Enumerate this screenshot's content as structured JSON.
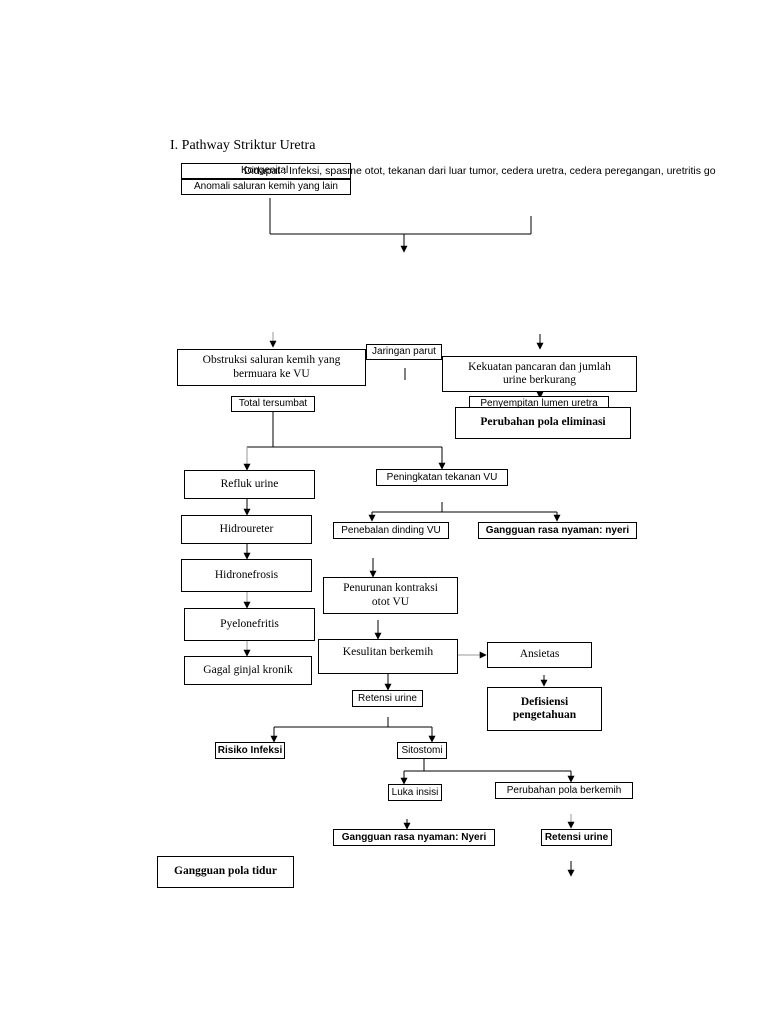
{
  "title": "I. Pathway Striktur Uretra",
  "causes": {
    "line1": "Kongenital",
    "line1_overlap": "Didapat : Infeksi, spasme otot, tekanan dari luar tumor, cedera uretra, cedera peregangan, uretritis go",
    "line2": "Anomali saluran kemih yang lain"
  },
  "nodes": {
    "obstruksi": "Obstruksi saluran kemih yang bermuara ke VU",
    "jaringan_parut": "Jaringan parut",
    "kekuatan": "Kekuatan pancaran dan jumlah urine berkurang",
    "total_tersumbat": "Total tersumbat",
    "penyempitan": "Penyempitan lumen uretra",
    "perubahan_eliminasi": "Perubahan pola eliminasi",
    "refluk": "Refluk urine",
    "peningkatan": "Peningkatan tekanan VU",
    "hidroureter": "Hidroureter",
    "penebalan": "Penebalan dinding VU",
    "gangguan_nyeri_1": "Gangguan rasa nyaman: nyeri",
    "hidronefrosis": "Hidronefrosis",
    "penurunan": "Penurunan kontraksi otot VU",
    "pyelonefritis": "Pyelonefritis",
    "kesulitan": "Kesulitan berkemih",
    "ansietas": "Ansietas",
    "gagal_ginjal": "Gagal ginjal kronik",
    "retensi_urine_1": "Retensi urine",
    "defisiensi": "Defisiensi pengetahuan",
    "risiko_infeksi": "Risiko Infeksi",
    "sitostomi": "Sitostomi",
    "luka_insisi": "Luka insisi",
    "perubahan_berkemih": "Perubahan pola berkemih",
    "gangguan_nyeri_2": "Gangguan rasa nyaman: Nyeri",
    "retensi_urine_2": "Retensi urine",
    "gangguan_tidur": "Gangguan pola tidur"
  }
}
